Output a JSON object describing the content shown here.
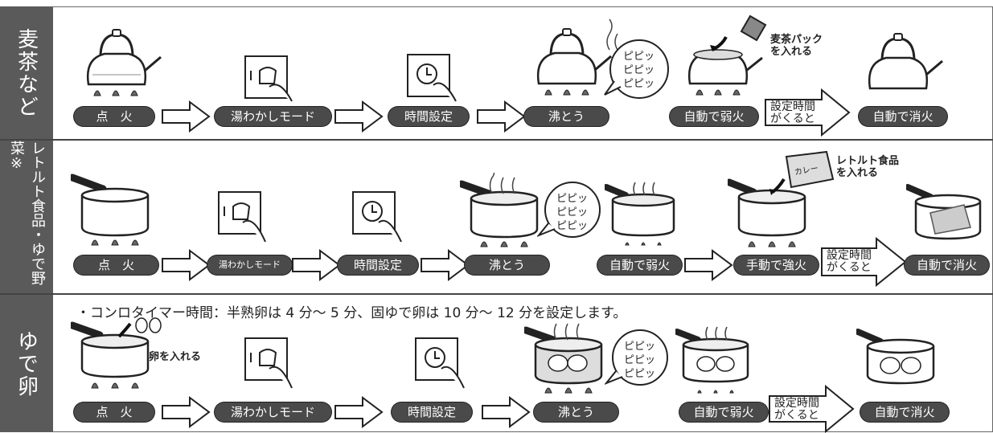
{
  "sections": [
    {
      "label": "麦茶など",
      "steps": [
        "点　火",
        "湯わかしモード",
        "時間設定",
        "沸とう",
        "自動で弱火",
        "自動で消火"
      ],
      "bubble": [
        "ピピッ",
        "ピピッ",
        "ピピッ"
      ],
      "box": "設定時間\nがくると",
      "note": "麦茶パック\nを入れる"
    },
    {
      "label": "レトルト食品・ゆで野菜※",
      "steps": [
        "点　火",
        "湯わかしモード",
        "時間設定",
        "沸とう",
        "自動で弱火",
        "手動で強火",
        "自動で消火"
      ],
      "bubble": [
        "ピピッ",
        "ピピッ",
        "ピピッ"
      ],
      "box": "設定時間\nがくると",
      "note": "レトルト食品\nを入れる",
      "pack_label": "カレー"
    },
    {
      "label": "ゆで卵",
      "instruction": "・コンロタイマー時間：半熟卵は 4 分～ 5 分、固ゆで卵は 10 分～ 12 分を設定します。",
      "steps": [
        "点　火",
        "湯わかしモード",
        "時間設定",
        "沸とう",
        "自動で弱火",
        "自動で消火"
      ],
      "bubble": [
        "ピピッ",
        "ピピッ",
        "ピピッ"
      ],
      "box": "設定時間\nがくると",
      "note": "卵を入れる"
    }
  ]
}
